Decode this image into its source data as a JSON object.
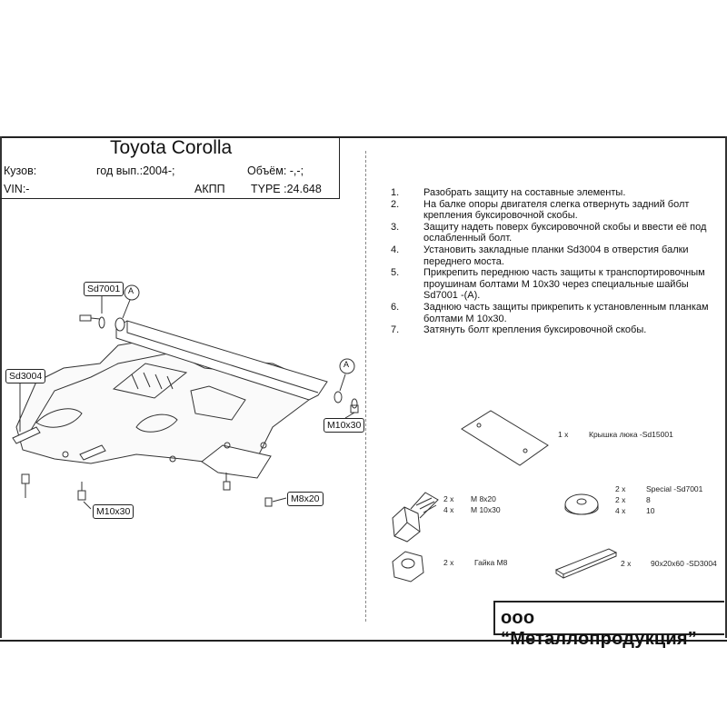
{
  "header": {
    "model": "Toyota  Corolla",
    "body_label": "Кузов:",
    "year": "год вып.:2004-;",
    "volume": "Объём: -,-;",
    "vin": "VIN:-",
    "transmission": "АКПП",
    "type": "TYPE :24.648"
  },
  "instructions": [
    {
      "num": "1.",
      "text": "Разобрать защиту на составные элементы."
    },
    {
      "num": "2.",
      "text": "На балке опоры двигателя слегка отвернуть задний болт крепления буксировочной скобы."
    },
    {
      "num": "3.",
      "text": "Защиту надеть поверх буксировочной скобы и ввести её под ослабленный болт."
    },
    {
      "num": "4.",
      "text": "Установить закладные планки Sd3004 в отверстия балки переднего моста."
    },
    {
      "num": "5.",
      "text": "Прикрепить переднюю часть защиты к транспортировочным проушинам болтами М 10х30 через специальные шайбы Sd7001 -(А)."
    },
    {
      "num": "6.",
      "text": "Заднюю часть защиты прикрепить к установленным планкам болтами М 10х30."
    },
    {
      "num": "7.",
      "text": "Затянуть болт крепления буксировочной скобы."
    }
  ],
  "drawing_labels": {
    "sd7001": "Sd7001",
    "sd3004": "Sd3004",
    "callout_a1": "A",
    "callout_a2": "A",
    "m10x30_right": "M10x30",
    "m10x30_left": "M10x30",
    "m8x20": "M8x20"
  },
  "parts": {
    "hatch": {
      "qty": "1 x",
      "name": "Крышка люка -Sd15001"
    },
    "bolts": {
      "qty1": "2 x",
      "name1": "M 8x20",
      "qty2": "4 x",
      "name2": "M 10x30"
    },
    "washers": {
      "qty1": "2 x",
      "name1": "Special -Sd7001",
      "qty2": "2 x",
      "name2": "8",
      "qty3": "4 x",
      "name3": "10"
    },
    "nut": {
      "qty": "2 x",
      "name": "Гайка М8"
    },
    "plate": {
      "qty": "2 x",
      "name": "90x20x60  -SD3004"
    }
  },
  "company": "ооо “Металлопродукция”"
}
